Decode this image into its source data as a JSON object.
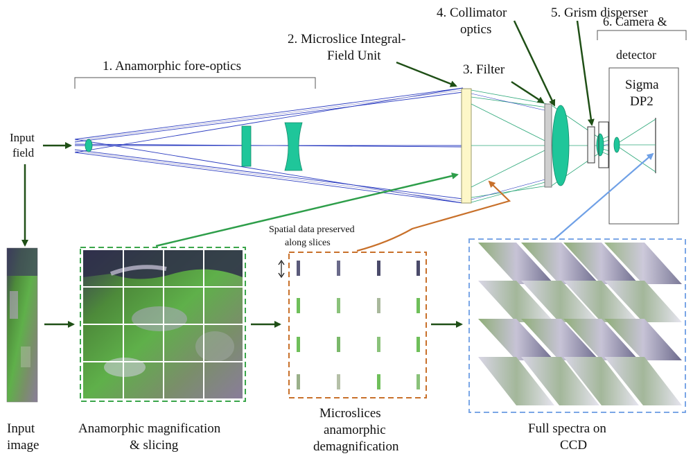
{
  "labels": {
    "stage1": "1. Anamorphic fore-optics",
    "stage2_line1": "2. Microslice Integral-",
    "stage2_line2": "Field Unit",
    "stage3": "3. Filter",
    "stage4_line1": "4. Collimator",
    "stage4_line2": "optics",
    "stage5": "5. Grism disperser",
    "stage6_line1": "6. Camera &",
    "stage6_line2": "detector",
    "camera_line1": "Sigma",
    "camera_line2": "DP2",
    "input_field_line1": "Input",
    "input_field_line2": "field",
    "spatial_line1": "Spatial data preserved",
    "spatial_line2": "along slices",
    "input_image_line1": "Input",
    "input_image_line2": "image",
    "anamorphic_line1": "Anamorphic magnification",
    "anamorphic_line2": "& slicing",
    "microslices_line1": "Microslices",
    "microslices_line2": "anamorphic",
    "microslices_line3": "demagnification",
    "spectra_line1": "Full spectra on",
    "spectra_line2": "CCD"
  },
  "colors": {
    "arrow_dark_green": "#1f4f16",
    "arrow_green": "#2e9e4a",
    "arrow_orange": "#c8702a",
    "arrow_blue": "#6fa0e6",
    "lens_fill": "#1fc69a",
    "ifu_fill": "#fdf7c8",
    "ray_blue": "#2b3cc0",
    "ray_green": "#2ea87a",
    "box_green_dashed": "#3aa54a",
    "box_orange_dashed": "#c8702a",
    "box_blue_dashed": "#7aa6e6"
  }
}
